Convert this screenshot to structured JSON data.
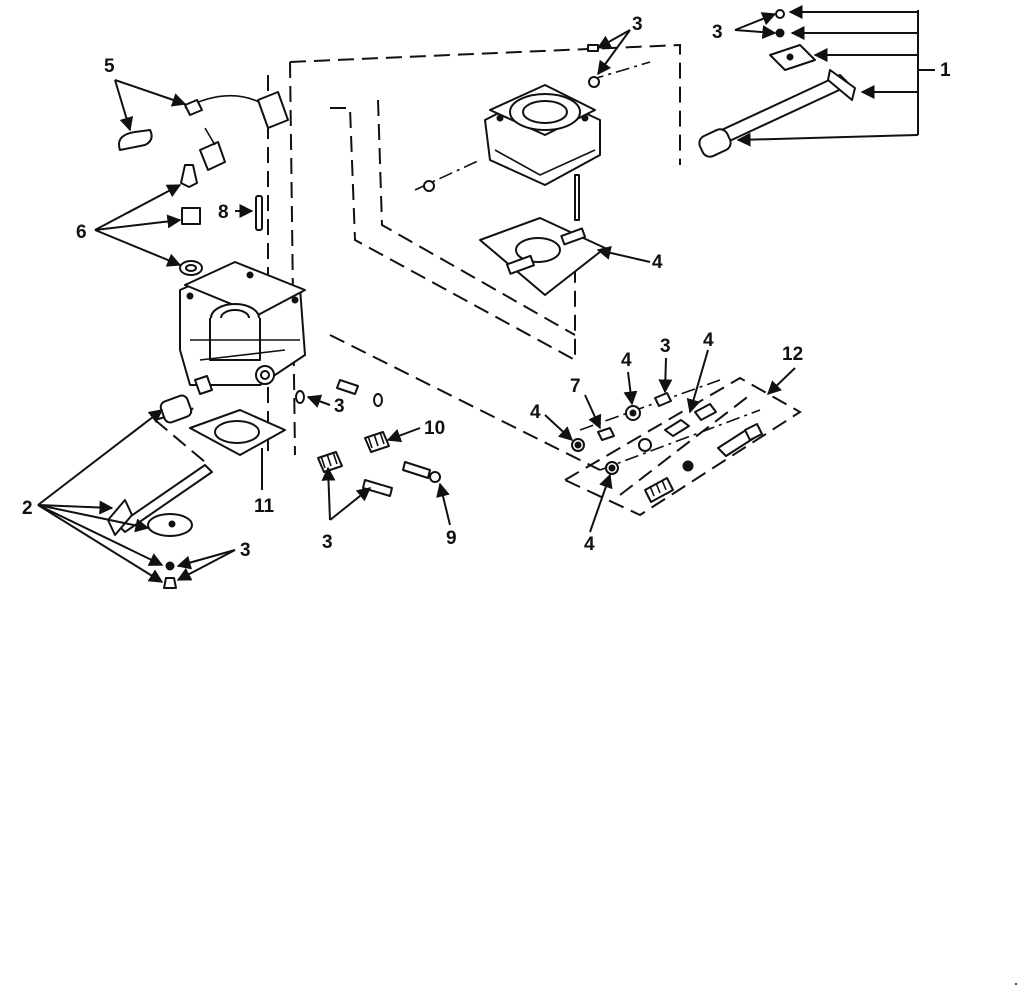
{
  "diagram": {
    "callouts": {
      "c1": "1",
      "c2": "2",
      "c3a": "3",
      "c3b": "3",
      "c3c": "3",
      "c3d": "3",
      "c3e": "3",
      "c3f": "3",
      "c4a": "4",
      "c4b": "4",
      "c4c": "4",
      "c4d": "4",
      "c4e": "4",
      "c5": "5",
      "c6": "6",
      "c7": "7",
      "c8": "8",
      "c9": "9",
      "c10": "10",
      "c11": "11",
      "c12": "12"
    }
  }
}
